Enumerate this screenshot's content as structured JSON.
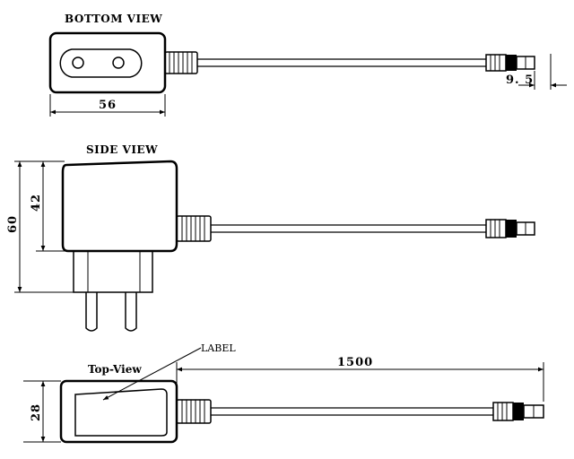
{
  "views": {
    "bottom": {
      "title": "BOTTOM VIEW",
      "width_dim": "56",
      "tip_dim": "9. 5"
    },
    "side": {
      "title": "SIDE VIEW",
      "height_total_dim": "60",
      "body_height_dim": "42"
    },
    "top": {
      "title": "Top-View",
      "label_callout": "LABEL",
      "length_dim": "1500",
      "width_dim": "28"
    }
  },
  "icons": [
    "eu-plug-face-icon",
    "plug-prongs-icon",
    "strain-relief-icon",
    "dc-barrel-connector-icon",
    "label-plate-icon"
  ]
}
